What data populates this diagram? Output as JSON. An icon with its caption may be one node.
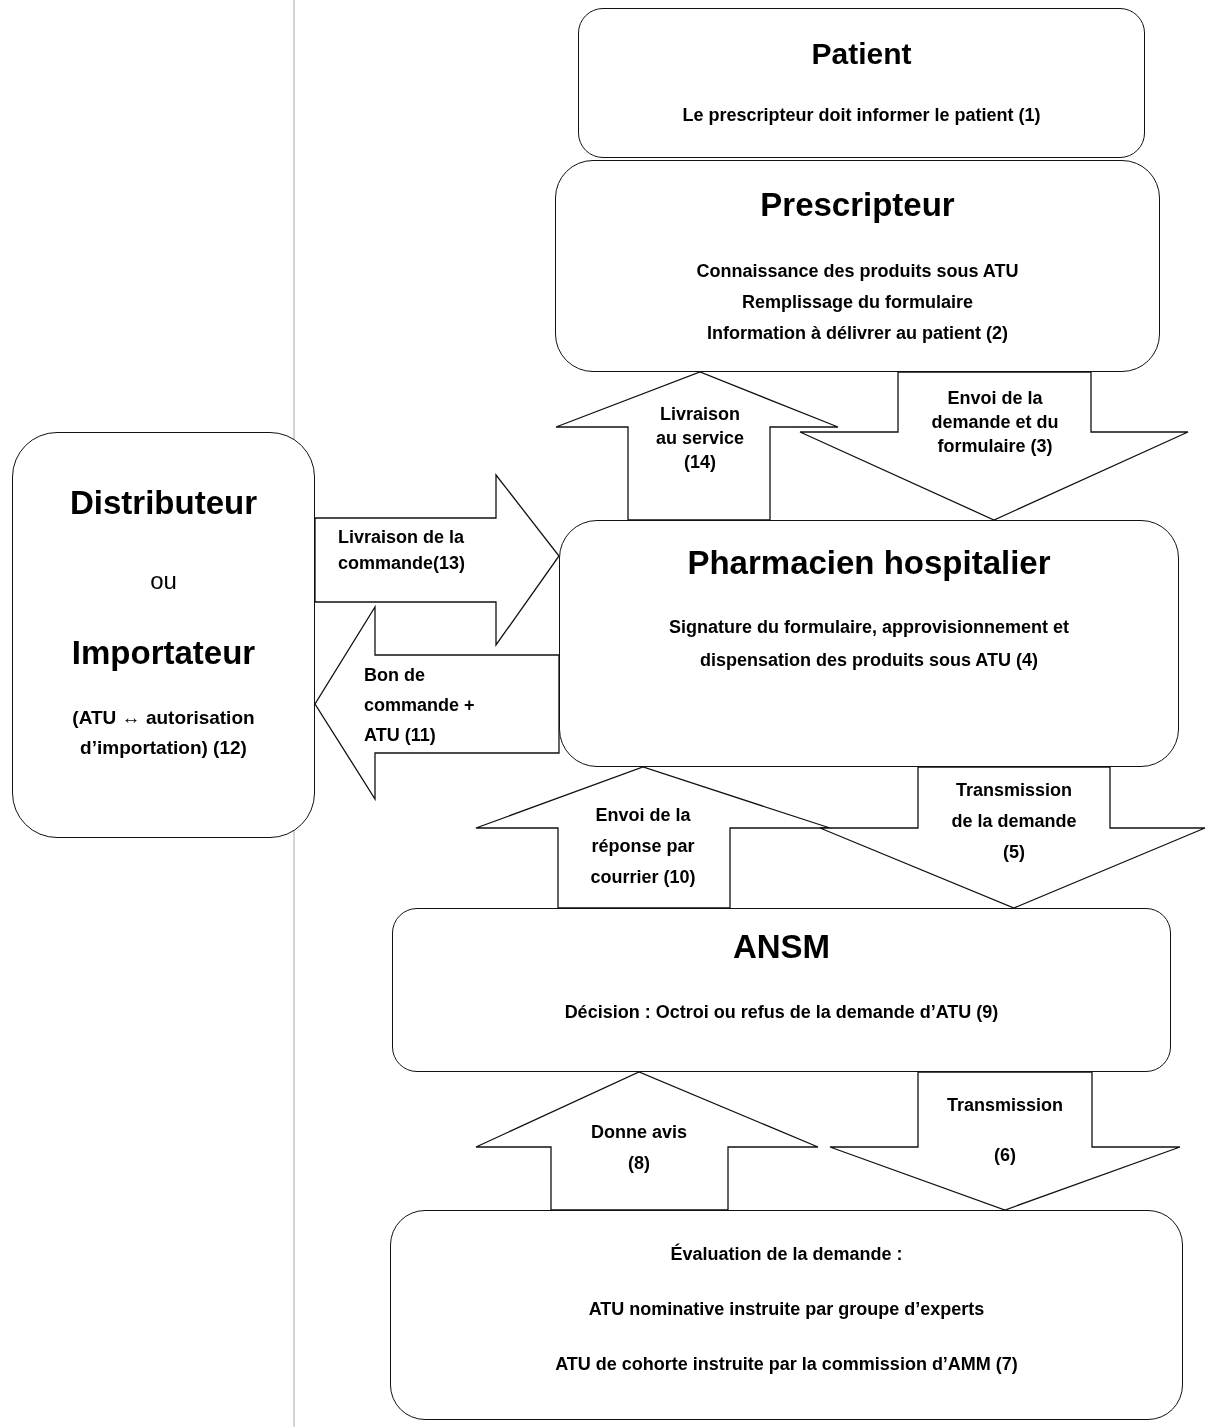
{
  "diagram": {
    "nodes": [
      {
        "text": [
          "Patient",
          "Le prescripteur doit informer le patient (1)"
        ]
      },
      {
        "text": [
          "Prescripteur",
          "Connaissance des produits sous ATU",
          "Remplissage du formulaire",
          "Information à délivrer au patient (2)"
        ]
      },
      {
        "text": [
          "Distributeur",
          "ou",
          "Importateur",
          "(ATU ↔ autorisation d’importation) (12)"
        ]
      },
      {
        "text": [
          "Pharmacien hospitalier",
          "Signature du formulaire, approvisionnement et dispensation des produits sous ATU (4)"
        ]
      },
      {
        "text": [
          "ANSM",
          "Décision : Octroi ou refus de la demande d’ATU (9)"
        ]
      },
      {
        "text": [
          "Évaluation de la demande :",
          "ATU nominative instruite par groupe d’experts",
          "ATU de cohorte instruite par la commission d’AMM (7)"
        ]
      }
    ],
    "edges": [
      {
        "from": 3,
        "to": 1,
        "arrow": "to",
        "label": "Livraison au service (14)"
      },
      {
        "from": 1,
        "to": 3,
        "arrow": "to",
        "label": "Envoi de la demande et du formulaire (3)"
      },
      {
        "from": 2,
        "to": 3,
        "arrow": "to",
        "label": "Livraison de la commande(13)"
      },
      {
        "from": 3,
        "to": 2,
        "arrow": "to",
        "label": "Bon de commande + ATU (11)"
      },
      {
        "from": 4,
        "to": 3,
        "arrow": "to",
        "label": "Envoi de la réponse par courrier (10)"
      },
      {
        "from": 3,
        "to": 4,
        "arrow": "to",
        "label": "Transmission de la demande (5)"
      },
      {
        "from": 5,
        "to": 4,
        "arrow": "to",
        "label": "Donne avis (8)"
      },
      {
        "from": 4,
        "to": 5,
        "arrow": "to",
        "label": "Transmission (6)"
      }
    ]
  }
}
